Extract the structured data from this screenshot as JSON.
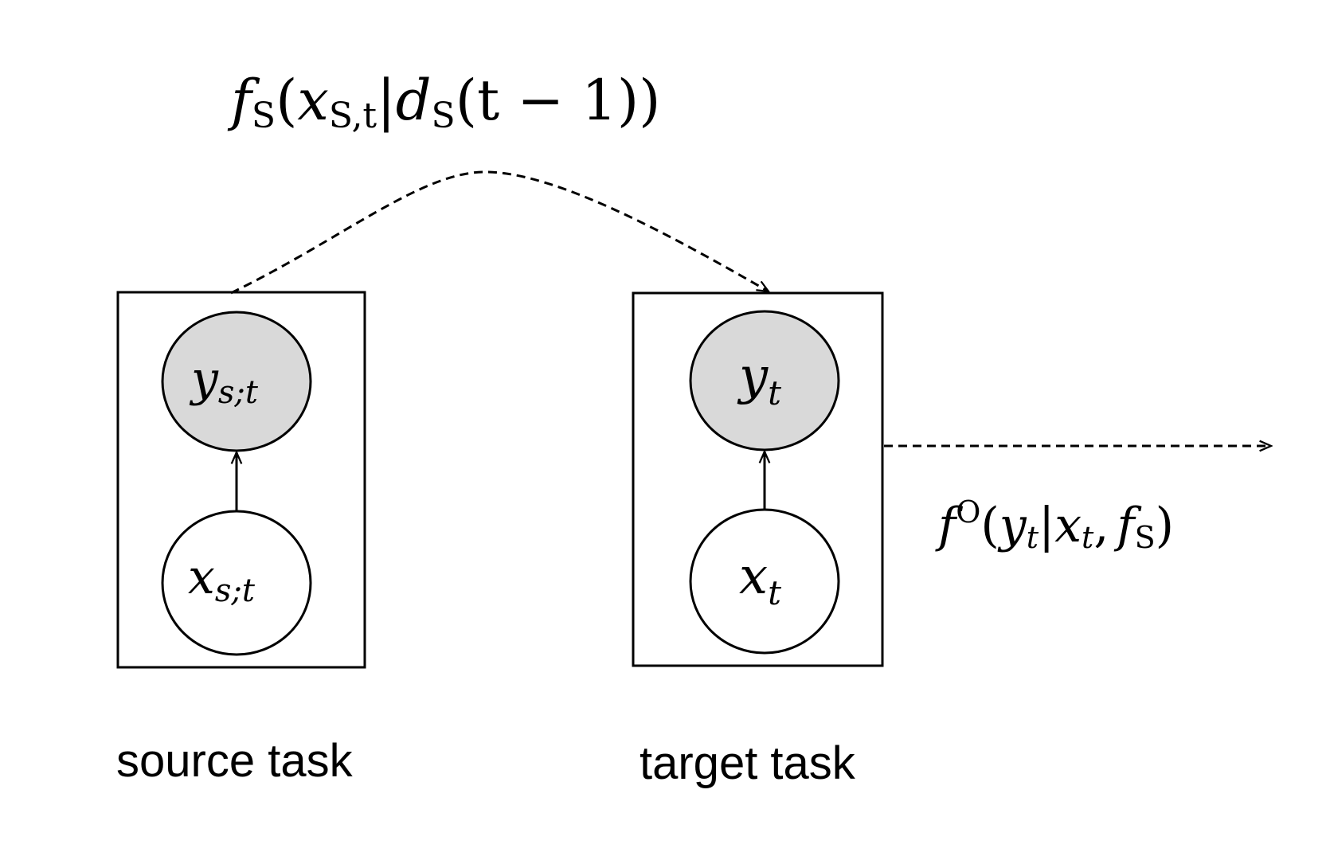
{
  "colors": {
    "stroke": "#000000",
    "observed_node_fill": "#d9d9d9",
    "latent_node_fill": "#ffffff",
    "background": "#ffffff"
  },
  "top_formula": {
    "f": "f",
    "f_sub": "S",
    "open": "(",
    "x": "x",
    "x_sub": "S,t",
    "bar": "|",
    "d": "d",
    "d_sub": "S",
    "rest": "(t − 1))"
  },
  "right_formula": {
    "f": "f",
    "f_sup": "O",
    "open": "(",
    "y": "y",
    "y_sub": "t",
    "bar": "|",
    "x": "x",
    "x_sub": "t",
    "comma": ",",
    "f2": "f",
    "f2_sub": "S",
    "close": ")"
  },
  "source_task": {
    "label": "source task",
    "y_node": {
      "main": "y",
      "sub": "s;t"
    },
    "x_node": {
      "main": "x",
      "sub": "s;t"
    }
  },
  "target_task": {
    "label": "target task",
    "y_node": {
      "main": "y",
      "sub": "t"
    },
    "x_node": {
      "main": "x",
      "sub": "t"
    }
  }
}
